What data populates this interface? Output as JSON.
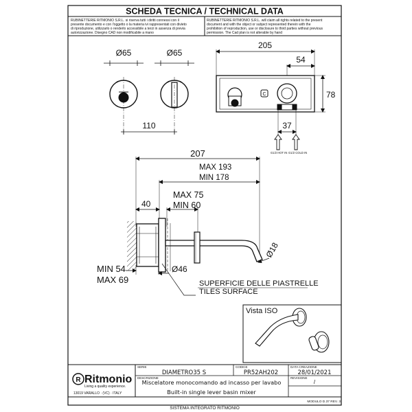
{
  "header": {
    "title": "SCHEDA TECNICA / TECHNICAL DATA",
    "notice_it": [
      "RUBINETTERIE RITMONIO S.R.L. si riserva tutti i diritti connessi con il",
      "presente documento e con l'oggetto o la materia ivi rappresentati con divieto",
      "di riproduzione, utilizzarlo o renderlo accessibile a terzi in assenza di previa",
      "autorizzazione. Disegno CAD non modificabile a mano"
    ],
    "notice_en": [
      "RUBINETTERIE RITMONIO S.R.L. will claim all rights related to the present",
      "document and with the object or subject represented therein with the",
      "prohibition  of reproduction, use or disclosure to third parties without previous",
      "permission.  The Cad plan is not alterable by hand"
    ]
  },
  "dimensions": {
    "front_dia_left": "Ø65",
    "front_dia_right": "Ø65",
    "front_spacing": "110",
    "box_width": "205",
    "box_offset": "54",
    "box_height": "78",
    "inlet_spacing": "37",
    "hot_in": "G1/2 HOT IN",
    "cold_in": "G1/2 COLD IN",
    "total_length": "207",
    "spout_max": "MAX 193",
    "spout_min": "MIN 178",
    "lever_max": "MAX 75",
    "lever_min": "MIN 60",
    "wall_depth": "40",
    "embed_min": "MIN 54",
    "embed_max": "MAX 69",
    "outlet_dia": "Ø18",
    "body_dia": "Ø46",
    "surface_it": "SUPERFICIE DELLE PIASTRELLE",
    "surface_en": "TILES SURFACE",
    "iso_label": "Vista ISO"
  },
  "title_block": {
    "logo_text": "Ritmonio",
    "tagline": "Living a quality experience.",
    "address": "13019 VARALLO · (VC) · ITALY",
    "serie_label": "SERIE",
    "serie_value": "DIAMETRO35  S",
    "codice_label": "CODICE",
    "codice_value": "PR52AH202",
    "data_label": "DATA CREAZIONE",
    "data_value": "28/01/2021",
    "desc_label": "DESCRIZIONE",
    "desc_it": "Miscelatore monocomando ad incasso per lavabo",
    "desc_en": "Built-in single lever basin mixer",
    "rev_label": "REVISIONE",
    "rev_value": "/",
    "modulo": "MODULO D.37 REV. 3",
    "system": "SISTEMA INTEGRATO RITMONIO"
  }
}
